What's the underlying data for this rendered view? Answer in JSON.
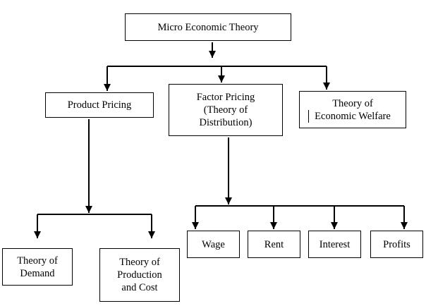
{
  "nodes": {
    "root": "Micro Economic Theory",
    "product_pricing": "Product Pricing",
    "factor_pricing": "Factor Pricing\n(Theory of\nDistribution)",
    "welfare": "Theory of\nEconomic Welfare",
    "demand": "Theory of\nDemand",
    "production": "Theory of\nProduction\nand Cost",
    "wage": "Wage",
    "rent": "Rent",
    "interest": "Interest",
    "profits": "Profits"
  },
  "edges": [
    [
      "Micro Economic Theory",
      "Product Pricing"
    ],
    [
      "Micro Economic Theory",
      "Factor Pricing (Theory of Distribution)"
    ],
    [
      "Micro Economic Theory",
      "Theory of Economic Welfare"
    ],
    [
      "Product Pricing",
      "Theory of Demand"
    ],
    [
      "Product Pricing",
      "Theory of Production and Cost"
    ],
    [
      "Factor Pricing (Theory of Distribution)",
      "Wage"
    ],
    [
      "Factor Pricing (Theory of Distribution)",
      "Rent"
    ],
    [
      "Factor Pricing (Theory of Distribution)",
      "Interest"
    ],
    [
      "Factor Pricing (Theory of Distribution)",
      "Profits"
    ]
  ],
  "colors": {
    "line": "#000000",
    "box_fill": "#ffffff"
  }
}
